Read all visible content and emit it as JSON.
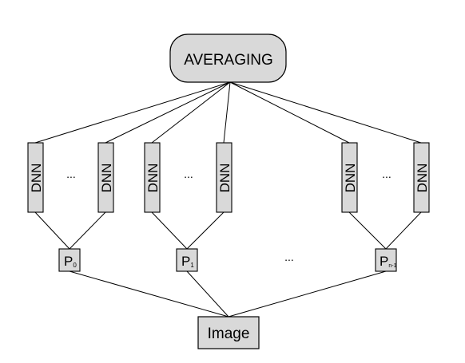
{
  "diagram": {
    "top_node": {
      "label": "AVERAGING"
    },
    "bottom_node": {
      "label": "Image"
    },
    "dnn_label": "DNN",
    "ellipsis": "...",
    "groups": [
      {
        "p_main": "P",
        "p_sub": "0"
      },
      {
        "p_main": "P",
        "p_sub": "1"
      },
      {
        "p_main": "P",
        "p_sub": "n-1"
      }
    ],
    "colors": {
      "fill": "#d9d9d9",
      "stroke": "#000000"
    }
  }
}
